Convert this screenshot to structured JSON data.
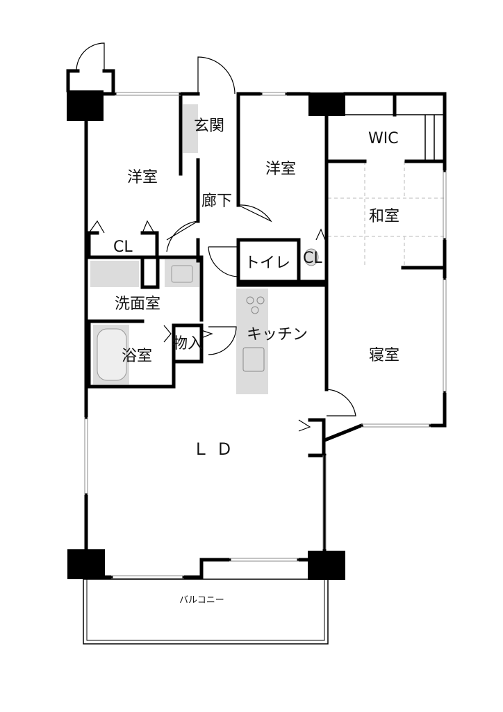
{
  "rooms": {
    "genkan": "玄関",
    "western_room_1": "洋室",
    "western_room_2": "洋室",
    "wic": "WIC",
    "washitsu": "和室",
    "corridor": "廊下",
    "closet_1": "CL",
    "closet_2": "CL",
    "toilet": "トイレ",
    "washroom": "洗面室",
    "bathroom": "浴室",
    "storage": "物入",
    "kitchen": "キッチン",
    "bedroom": "寝室",
    "living_dining": "ＬＤ",
    "balcony": "バルコニー"
  }
}
